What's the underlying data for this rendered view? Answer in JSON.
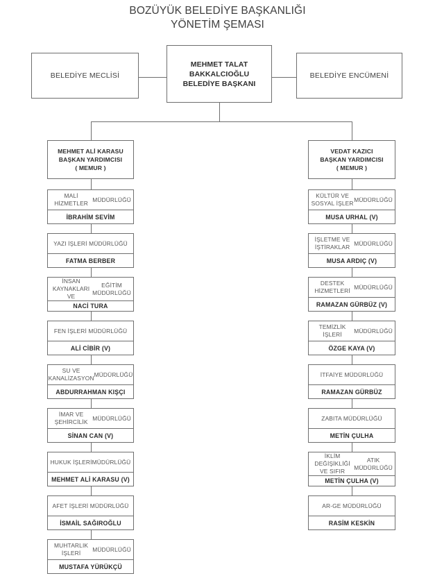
{
  "title": {
    "line1": "BOZÜYÜK BELEDİYE BAŞKANLIĞI",
    "line2": "YÖNETİM ŞEMASI"
  },
  "top": {
    "left_box": "BELEDİYE MECLİSİ",
    "right_box": "BELEDİYE ENCÜMENİ",
    "mayor": {
      "name_line1": "MEHMET TALAT",
      "name_line2": "BAKKALCIOĞLU",
      "title": "BELEDİYE BAŞKANI"
    }
  },
  "deputies": {
    "left": {
      "name": "MEHMET ALİ KARASU",
      "title": "BAŞKAN YARDIMCISI",
      "status": "( MEMUR )"
    },
    "right": {
      "name": "VEDAT KAZICI",
      "title": "BAŞKAN YARDIMCISI",
      "status": "( MEMUR )"
    }
  },
  "left_departments": [
    {
      "title_line1": "MALİ HİZMETLER",
      "title_line2": "MÜDÜRLÜĞÜ",
      "person": "İBRAHİM SEVİM"
    },
    {
      "title_line1": "YAZI İŞLERİ MÜDÜRLÜĞÜ",
      "title_line2": "",
      "person": "FATMA BERBER"
    },
    {
      "title_line1": "İNSAN KAYNAKLARI VE",
      "title_line2": "EĞİTİM MÜDÜRLÜĞÜ",
      "person": "NACİ TURA"
    },
    {
      "title_line1": "FEN İŞLERİ MÜDÜRLÜĞÜ",
      "title_line2": "",
      "person": "ALİ CİBİR (V)"
    },
    {
      "title_line1": "SU VE KANALİZASYON",
      "title_line2": "MÜDÜRLÜĞÜ",
      "person": "ABDURRAHMAN KIŞÇI"
    },
    {
      "title_line1": "İMAR VE ŞEHİRCİLİK",
      "title_line2": "MÜDÜRLÜĞÜ",
      "person": "SİNAN CAN (V)"
    },
    {
      "title_line1": "HUKUK İŞLERİ",
      "title_line2": "MÜDÜRLÜĞÜ",
      "person": "MEHMET ALİ KARASU (V)"
    },
    {
      "title_line1": "AFET İŞLERİ MÜDÜRLÜĞÜ",
      "title_line2": "",
      "person": "İSMAİL SAĞIROĞLU"
    },
    {
      "title_line1": "MUHTARLIK İŞLERİ",
      "title_line2": "MÜDÜRLÜĞÜ",
      "person": "MUSTAFA YÜRÜKÇÜ"
    }
  ],
  "right_departments": [
    {
      "title_line1": "KÜLTÜR VE SOSYAL İŞLER",
      "title_line2": "MÜDÜRLÜĞÜ",
      "person": "MUSA URHAL (V)"
    },
    {
      "title_line1": "İŞLETME VE İŞTİRAKLAR",
      "title_line2": "MÜDÜRLÜĞÜ",
      "person": "MUSA ARDIÇ (V)"
    },
    {
      "title_line1": "DESTEK HİZMETLERİ",
      "title_line2": "MÜDÜRLÜĞÜ",
      "person": "RAMAZAN GÜRBÜZ (V)"
    },
    {
      "title_line1": "TEMİZLİK İŞLERİ",
      "title_line2": "MÜDÜRLÜĞÜ",
      "person": "ÖZGE KAYA (V)"
    },
    {
      "title_line1": "İTFAİYE MÜDÜRLÜĞÜ",
      "title_line2": "",
      "person": "RAMAZAN GÜRBÜZ"
    },
    {
      "title_line1": "ZABITA MÜDÜRLÜĞÜ",
      "title_line2": "",
      "person": "METİN ÇULHA"
    },
    {
      "title_line1": "İKLİM DEĞİŞİKLİĞİ VE SIFIR",
      "title_line2": "ATIK MÜDÜRLÜĞÜ",
      "person": "METİN ÇULHA (V)"
    },
    {
      "title_line1": "AR-GE MÜDÜRLÜĞÜ",
      "title_line2": "",
      "person": "RASİM KESKİN"
    }
  ],
  "colors": {
    "line": "#6e6e6e",
    "title_text": "#3f3f3f",
    "dept_title_text": "#565656",
    "person_text": "#2b2b2b",
    "background": "#ffffff"
  }
}
